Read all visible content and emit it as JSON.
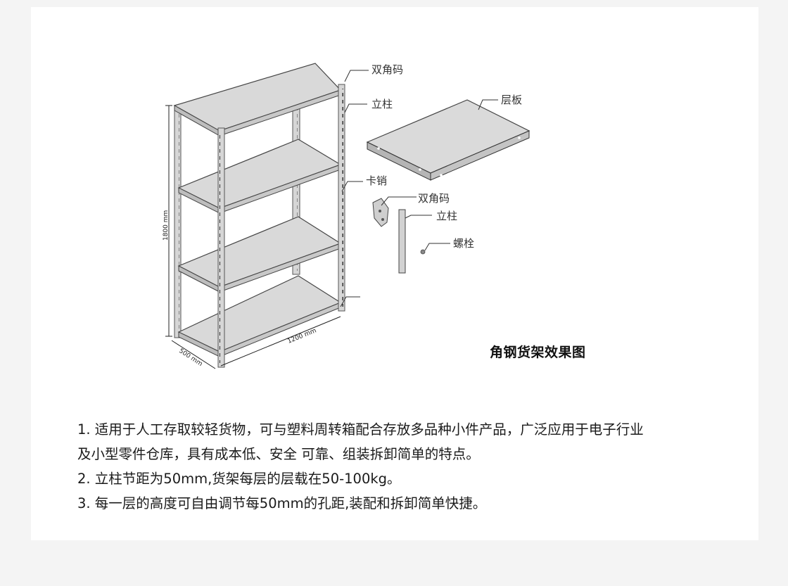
{
  "diagram": {
    "labels": {
      "double_bracket": "双角码",
      "upright": "立柱",
      "shelf_panel": "层板",
      "clip_pin": "卡销",
      "double_bracket_part": "双角码",
      "upright_part": "立柱",
      "bolt": "螺栓"
    },
    "dimensions": {
      "height": "1800 mm",
      "width": "1200 mm",
      "depth": "500 mm"
    },
    "caption": "角钢货架效果图"
  },
  "description": {
    "lines": [
      "1. 适用于人工存取较轻货物，可与塑料周转箱配合存放多品种小件产品，广泛应用于电子行业",
      "及小型零件仓库，具有成本低、安全 可靠、组装拆卸简单的特点。",
      "2. 立柱节距为50mm,货架每层的层载在50-100kg。",
      "3. 每一层的高度可自由调节每50mm的孔距,装配和拆卸简单快捷。"
    ]
  }
}
